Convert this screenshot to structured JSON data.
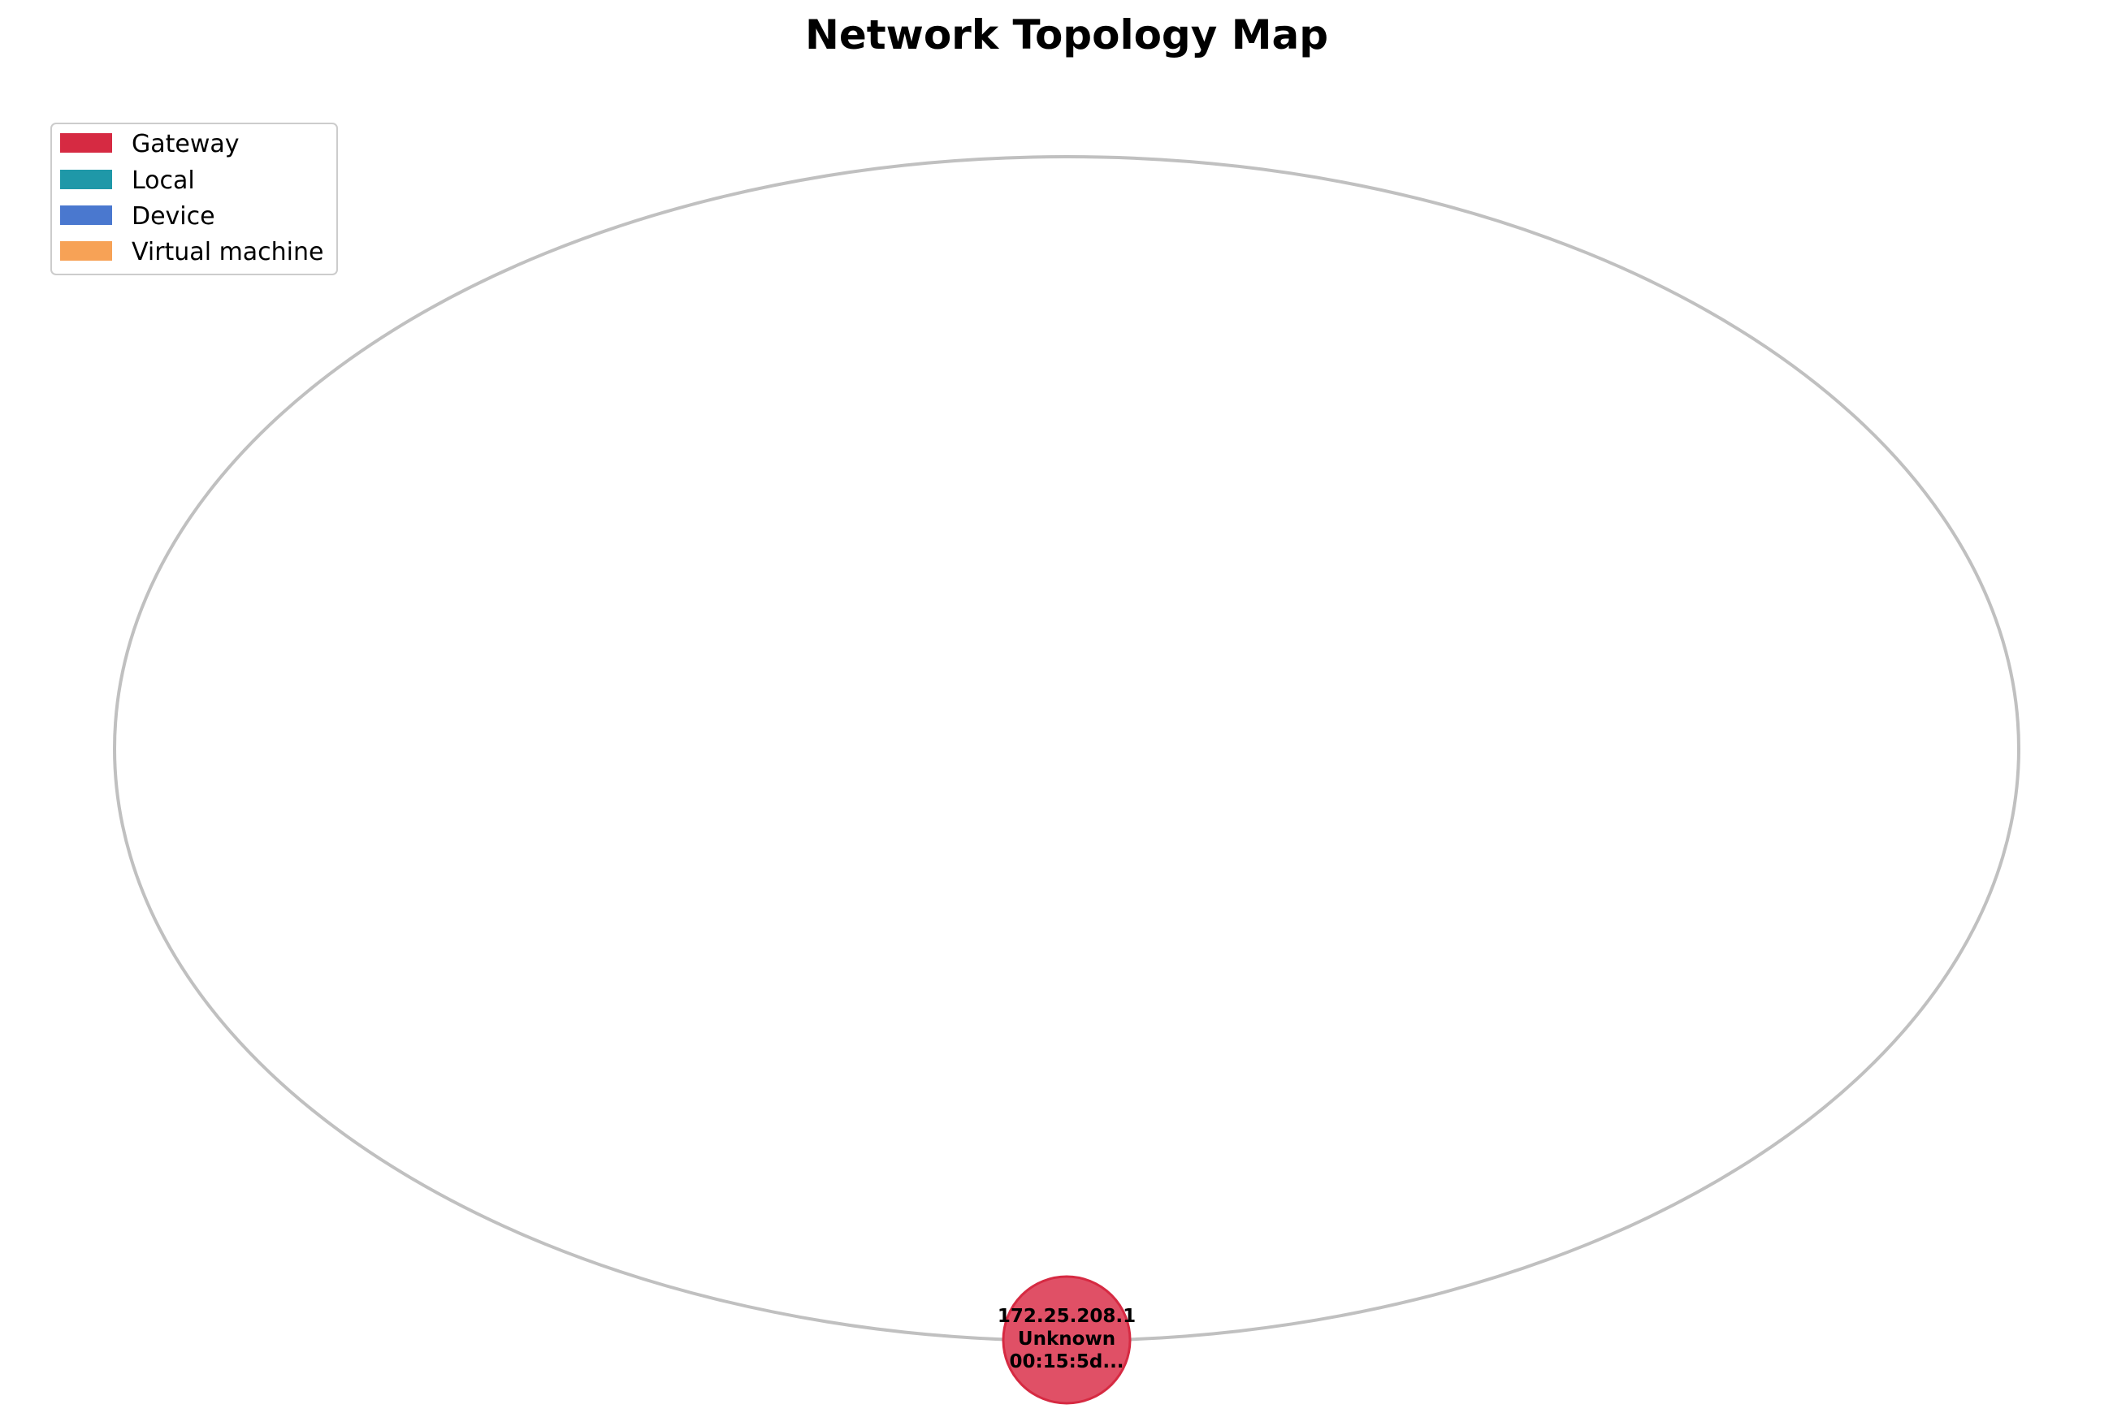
{
  "title": "Network Topology Map",
  "legend": {
    "items": [
      {
        "label": "Gateway",
        "color": "#d62a42"
      },
      {
        "label": "Local",
        "color": "#1f98a8"
      },
      {
        "label": "Device",
        "color": "#4a78cf"
      },
      {
        "label": "Virtual machine",
        "color": "#f7a256"
      }
    ]
  },
  "ring": {
    "color": "#c0c0c0"
  },
  "nodes": [
    {
      "type": "Gateway",
      "ip": "172.25.208.1",
      "vendor": "Unknown",
      "mac": "00:15:5d...",
      "fill": "#e05066",
      "stroke": "#d62a42"
    }
  ]
}
